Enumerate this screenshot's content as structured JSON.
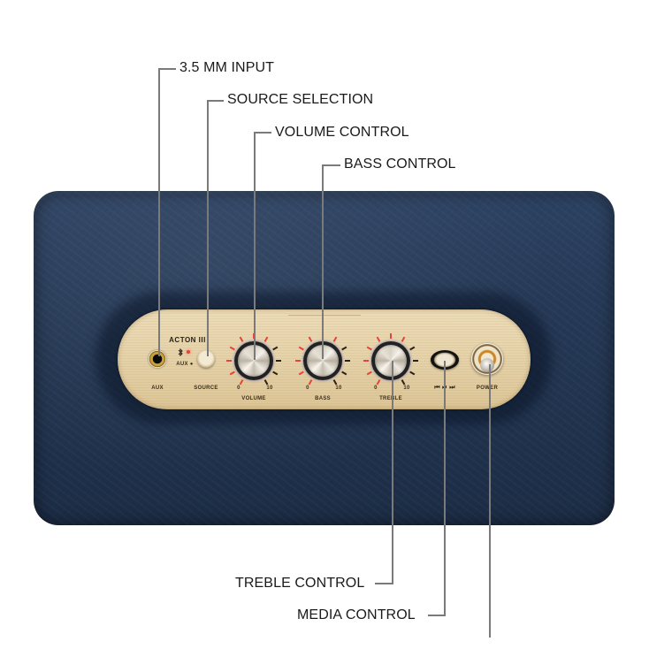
{
  "diagram": {
    "subject": "Speaker top control panel (navy leather body, cream brushed panel)",
    "colors": {
      "body": "#233652",
      "panel": "#e5d2a9",
      "leader_line": "#7a7a7a",
      "led_active": "#e8423a",
      "led_inactive": "#2a2014",
      "knob_ring": "#4c4fa0"
    },
    "callouts_top": [
      {
        "id": "input",
        "label": "3.5 MM INPUT"
      },
      {
        "id": "source",
        "label": "SOURCE SELECTION"
      },
      {
        "id": "volume",
        "label": "VOLUME CONTROL"
      },
      {
        "id": "bass",
        "label": "BASS CONTROL"
      }
    ],
    "callouts_bottom": [
      {
        "id": "treble",
        "label": "TREBLE CONTROL"
      },
      {
        "id": "media",
        "label": "MEDIA CONTROL"
      },
      {
        "id": "power",
        "label": ""
      }
    ],
    "panel": {
      "brand": "ACTON III",
      "bt_icon": "bluetooth-icon",
      "aux_indicator": "AUX ●",
      "labels": {
        "aux": "AUX",
        "source": "SOURCE",
        "volume": "VOLUME",
        "bass": "BASS",
        "treble": "TREBLE",
        "power": "POWER",
        "media_glyphs": "⏮ ⏯ ⏭"
      },
      "knobs": [
        {
          "name": "VOLUME",
          "min": "0",
          "max": "10",
          "lit_ticks": 7,
          "total_ticks": 11
        },
        {
          "name": "BASS",
          "min": "0",
          "max": "10",
          "lit_ticks": 6,
          "total_ticks": 11
        },
        {
          "name": "TREBLE",
          "min": "0",
          "max": "10",
          "lit_ticks": 7,
          "total_ticks": 11
        }
      ]
    }
  }
}
